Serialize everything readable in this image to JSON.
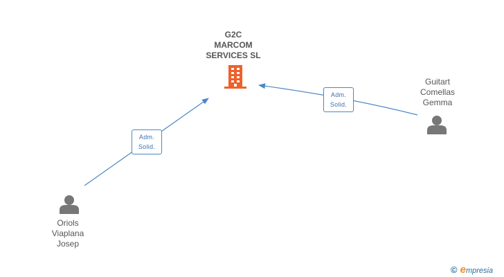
{
  "company": {
    "name": "G2C\nMARCOM\nSERVICES SL",
    "icon": "building-icon",
    "color": "#f0602a"
  },
  "persons": [
    {
      "name": "Guitart\nComellas\nGemma",
      "icon": "person-icon"
    },
    {
      "name": "Oriols\nViaplana\nJosep",
      "icon": "person-icon"
    }
  ],
  "edges": [
    {
      "from": "Guitart Comellas Gemma",
      "to": "G2C MARCOM SERVICES SL",
      "label": "Adm.\nSolid."
    },
    {
      "from": "Oriols Viaplana Josep",
      "to": "G2C MARCOM SERVICES SL",
      "label": "Adm.\nSolid."
    }
  ],
  "colors": {
    "edge": "#4a86c8",
    "person": "#777777",
    "text": "#555555"
  },
  "footer": {
    "copyright": "©",
    "brand_first": "e",
    "brand_rest": "mpresia"
  }
}
